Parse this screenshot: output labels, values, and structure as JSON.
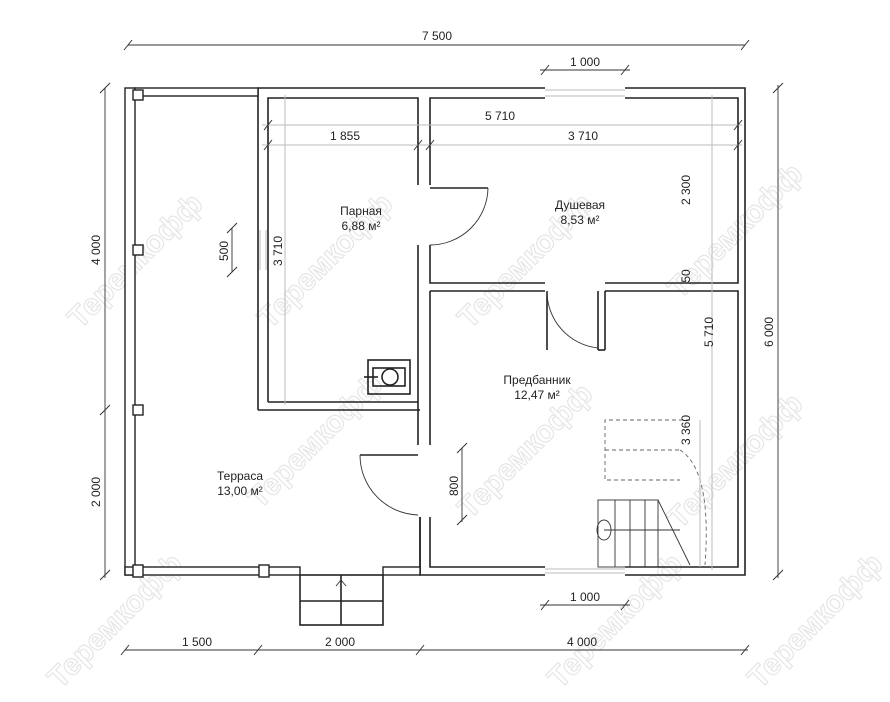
{
  "watermark": "Теремкофф",
  "rooms": [
    {
      "name": "Парная",
      "area": "6,88 м²"
    },
    {
      "name": "Душевая",
      "area": "8,53 м²"
    },
    {
      "name": "Предбанник",
      "area": "12,47 м²"
    },
    {
      "name": "Терраса",
      "area": "13,00 м²"
    }
  ],
  "dimensions": {
    "top_total": "7 500",
    "top_window": "1 000",
    "inner_total": "5 710",
    "steam_width": "1 855",
    "shower_width": "3 710",
    "left_upper": "4 000",
    "left_lower": "2 000",
    "right_total": "6 000",
    "shower_depth": "2 300",
    "partition": "50",
    "inner_depth": "5 710",
    "stairs": "3 360",
    "steam_depth": "3 710",
    "window_side": "500",
    "door": "800",
    "bottom_window": "1 000",
    "bottom_1": "1 500",
    "bottom_2": "2 000",
    "bottom_3": "4 000"
  }
}
